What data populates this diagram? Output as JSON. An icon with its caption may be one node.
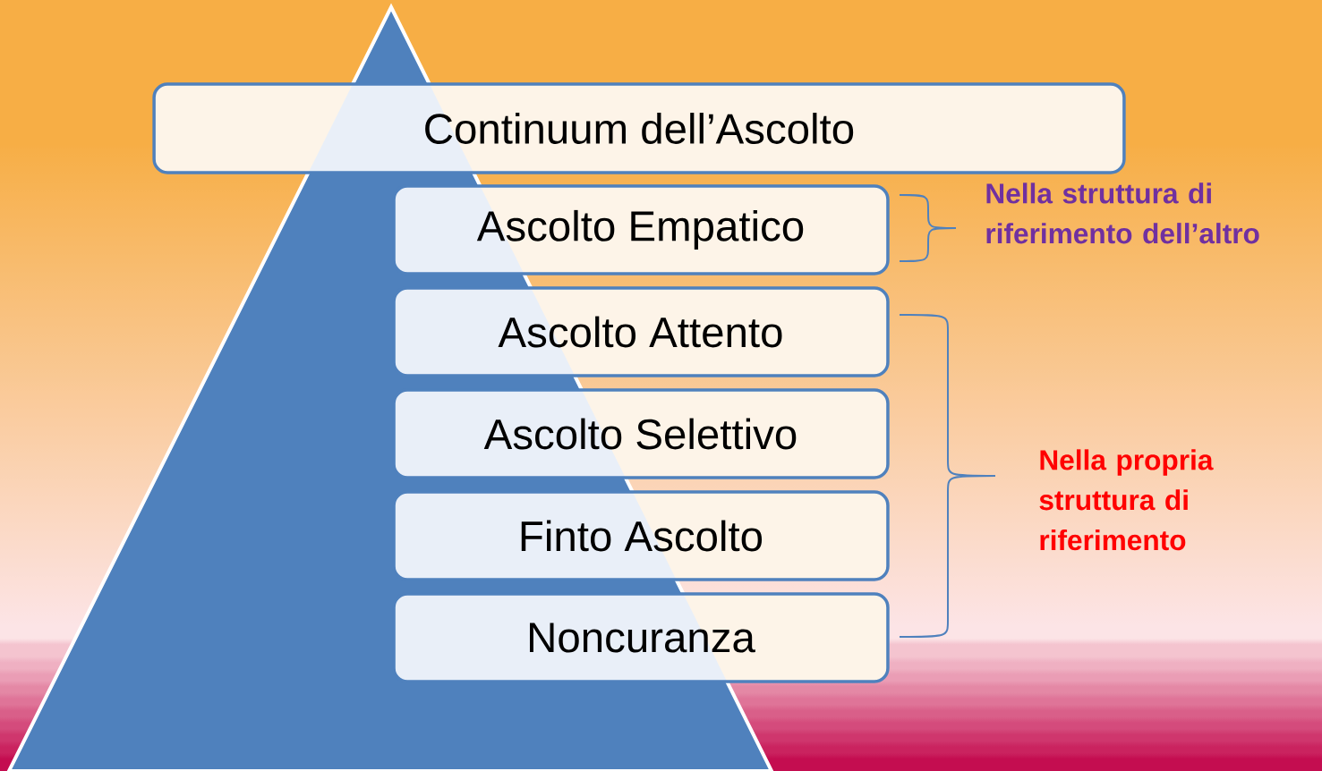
{
  "diagram": {
    "nodes": [
      {
        "text": [
          "Continuum dell’Ascolto"
        ]
      },
      {
        "text": [
          "Ascolto Empatico"
        ]
      },
      {
        "text": [
          "Ascolto Attento"
        ]
      },
      {
        "text": [
          "Ascolto Selettivo"
        ]
      },
      {
        "text": [
          "Finto Ascolto"
        ]
      },
      {
        "text": [
          "Noncuranza"
        ]
      }
    ],
    "labels": [
      "Nella struttura di riferimento dell’altro",
      "Nella propria struttura di riferimento"
    ]
  }
}
